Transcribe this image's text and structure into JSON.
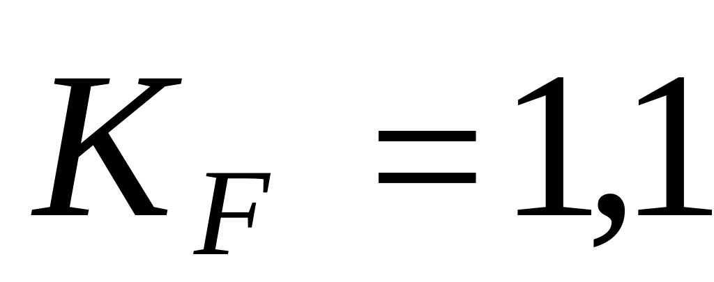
{
  "formula": {
    "variable": "K",
    "subscript": "F",
    "operator": "=",
    "value": "1,1"
  }
}
